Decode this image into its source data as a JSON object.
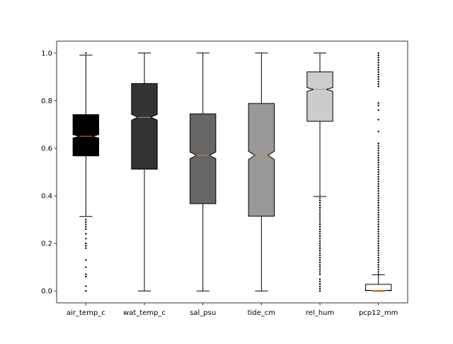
{
  "chart_data": {
    "type": "box",
    "categories": [
      "air_temp_c",
      "wat_temp_c",
      "sal_psu",
      "tide_cm",
      "rel_hum",
      "pcp12_mm"
    ],
    "ylim": [
      -0.05,
      1.05
    ],
    "yticks": [
      0.0,
      0.2,
      0.4,
      0.6,
      0.8,
      1.0
    ],
    "ytick_labels": [
      "0.0",
      "0.2",
      "0.4",
      "0.6",
      "0.8",
      "1.0"
    ],
    "grid": false,
    "notched": true,
    "series": [
      {
        "name": "air_temp_c",
        "fill": "#000000",
        "whisker_low": 0.313,
        "q1": 0.568,
        "median": 0.65,
        "q3": 0.741,
        "whisker_high": 0.991,
        "notch_low": 0.643,
        "notch_high": 0.657,
        "outliers": [
          1.0,
          0.3,
          0.29,
          0.28,
          0.27,
          0.26,
          0.24,
          0.22,
          0.2,
          0.19,
          0.18,
          0.13,
          0.1,
          0.07,
          0.06,
          0.02,
          0.0
        ]
      },
      {
        "name": "wat_temp_c",
        "fill": "#333333",
        "whisker_low": 0.0,
        "q1": 0.512,
        "median": 0.73,
        "q3": 0.872,
        "whisker_high": 1.0,
        "notch_low": 0.718,
        "notch_high": 0.742,
        "outliers": []
      },
      {
        "name": "sal_psu",
        "fill": "#666666",
        "whisker_low": 0.0,
        "q1": 0.367,
        "median": 0.57,
        "q3": 0.744,
        "whisker_high": 1.0,
        "notch_low": 0.556,
        "notch_high": 0.584,
        "outliers": []
      },
      {
        "name": "tide_cm",
        "fill": "#999999",
        "whisker_low": 0.0,
        "q1": 0.314,
        "median": 0.57,
        "q3": 0.788,
        "whisker_high": 1.0,
        "notch_low": 0.553,
        "notch_high": 0.587,
        "outliers": []
      },
      {
        "name": "rel_hum",
        "fill": "#cccccc",
        "whisker_low": 0.397,
        "q1": 0.713,
        "median": 0.847,
        "q3": 0.921,
        "whisker_high": 1.0,
        "notch_low": 0.839,
        "notch_high": 0.855,
        "outliers": [
          0.39,
          0.38,
          0.37,
          0.36,
          0.35,
          0.34,
          0.33,
          0.32,
          0.31,
          0.3,
          0.29,
          0.28,
          0.27,
          0.26,
          0.25,
          0.24,
          0.23,
          0.22,
          0.21,
          0.2,
          0.19,
          0.18,
          0.17,
          0.16,
          0.15,
          0.14,
          0.13,
          0.12,
          0.11,
          0.1,
          0.09,
          0.08,
          0.07,
          0.05,
          0.04,
          0.03,
          0.02,
          0.01,
          0.0
        ]
      },
      {
        "name": "pcp12_mm",
        "fill": "#ffffff",
        "whisker_low": 0.0,
        "q1": 0.002,
        "median": 0.002,
        "q3": 0.028,
        "whisker_high": 0.068,
        "notch_low": 0.001,
        "notch_high": 0.003,
        "outliers": [
          1.0,
          0.99,
          0.98,
          0.97,
          0.96,
          0.95,
          0.94,
          0.93,
          0.92,
          0.91,
          0.9,
          0.89,
          0.88,
          0.87,
          0.86,
          0.79,
          0.78,
          0.76,
          0.72,
          0.67,
          0.62,
          0.61,
          0.6,
          0.59,
          0.58,
          0.57,
          0.56,
          0.55,
          0.54,
          0.53,
          0.52,
          0.51,
          0.5,
          0.49,
          0.48,
          0.47,
          0.46,
          0.45,
          0.44,
          0.43,
          0.42,
          0.41,
          0.4,
          0.39,
          0.38,
          0.37,
          0.36,
          0.35,
          0.34,
          0.33,
          0.32,
          0.31,
          0.3,
          0.29,
          0.28,
          0.27,
          0.26,
          0.25,
          0.24,
          0.23,
          0.22,
          0.21,
          0.2,
          0.19,
          0.18,
          0.17,
          0.16,
          0.15,
          0.14,
          0.13,
          0.12,
          0.11,
          0.1,
          0.09,
          0.08,
          0.07
        ]
      }
    ],
    "median_color": "#ff7f0e"
  }
}
